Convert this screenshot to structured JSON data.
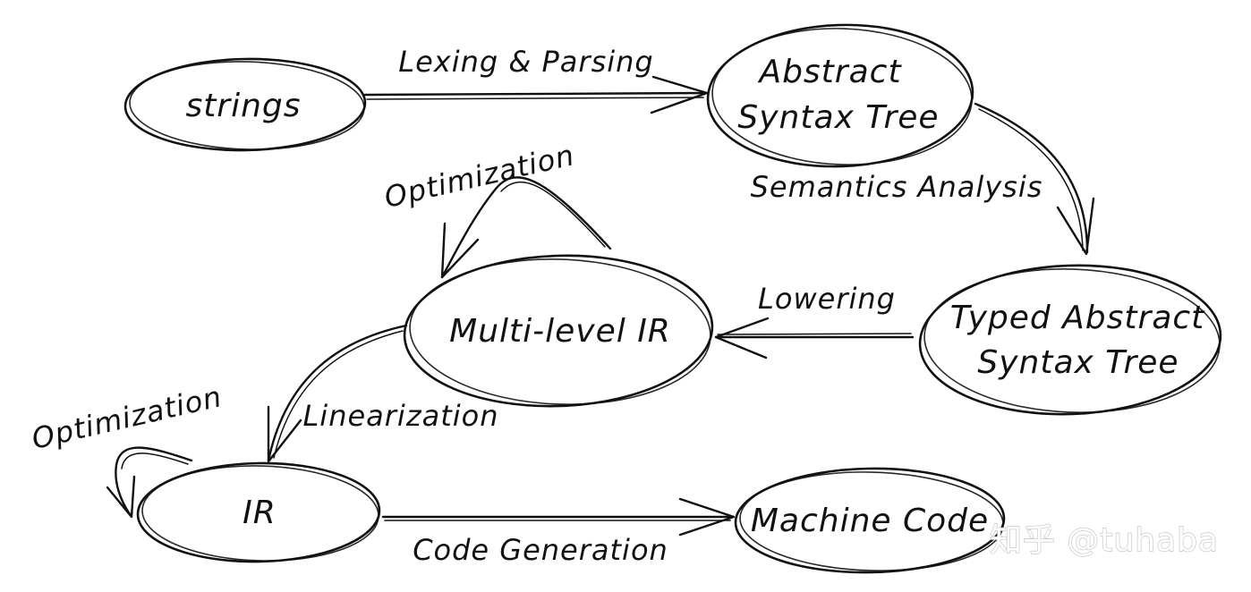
{
  "nodes": {
    "strings": {
      "label": "strings"
    },
    "ast": {
      "line1": "Abstract",
      "line2": "Syntax Tree"
    },
    "typed_ast": {
      "line1": "Typed Abstract",
      "line2": "Syntax Tree"
    },
    "mlir": {
      "label": "Multi-level IR"
    },
    "ir": {
      "label": "IR"
    },
    "machine_code": {
      "label": "Machine Code"
    }
  },
  "edges": {
    "lexing": "Lexing & Parsing",
    "semantics": "Semantics Analysis",
    "lowering": "Lowering",
    "mlir_optimization": "Optimization",
    "linearization": "Linearization",
    "ir_optimization": "Optimization",
    "codegen": "Code Generation"
  },
  "watermark": {
    "text": "知乎 @tuhaba"
  }
}
